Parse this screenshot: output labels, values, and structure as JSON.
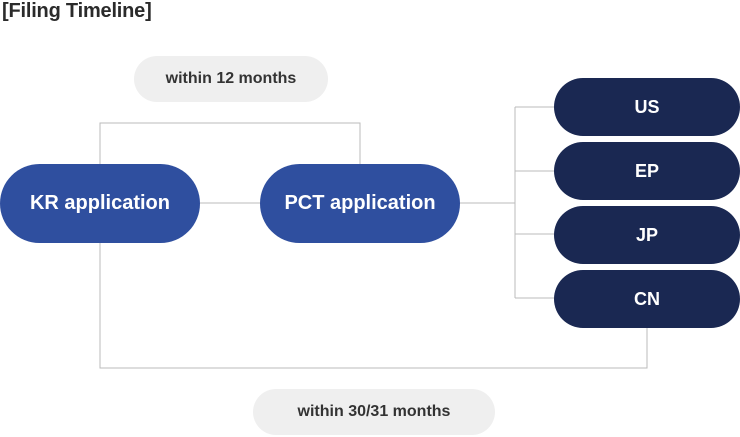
{
  "title": "[Filing Timeline]",
  "notes": {
    "top": "within 12 months",
    "bottom": "within 30/31 months"
  },
  "nodes": {
    "kr": "KR application",
    "pct": "PCT application"
  },
  "countries": [
    "US",
    "EP",
    "JP",
    "CN"
  ],
  "colors": {
    "primary_node": "#2f4f9f",
    "country_node": "#1a2852",
    "note_bg": "#efefef",
    "connector": "#bbbbbb"
  }
}
